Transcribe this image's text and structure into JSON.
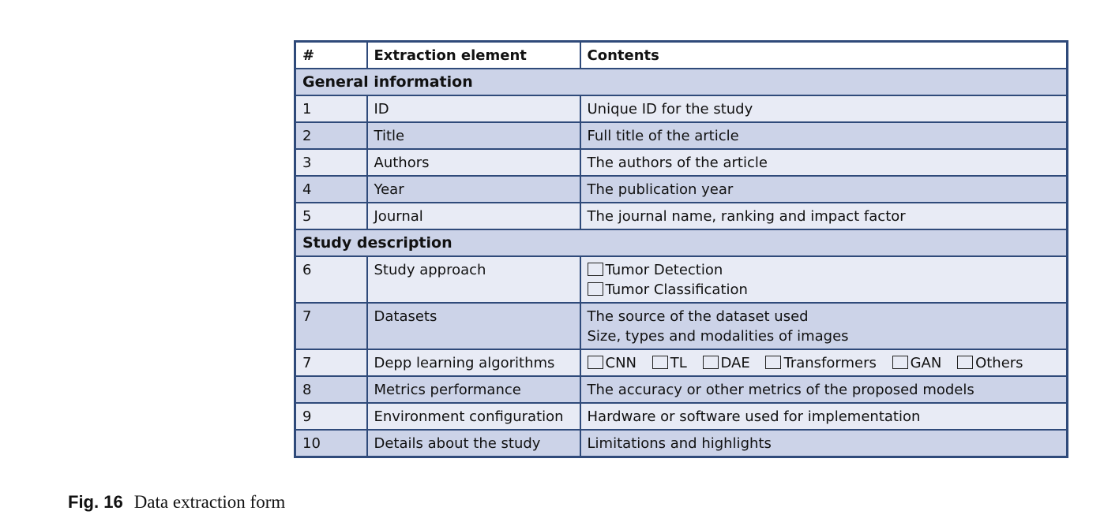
{
  "table": {
    "header": {
      "num": "#",
      "element": "Extraction element",
      "contents": "Contents"
    },
    "sections": [
      {
        "title": "General information",
        "rows": [
          {
            "num": "1",
            "element": "ID",
            "contents": [
              "Unique ID for the study"
            ]
          },
          {
            "num": "2",
            "element": "Title",
            "contents": [
              "Full title of the article"
            ]
          },
          {
            "num": "3",
            "element": "Authors",
            "contents": [
              "The authors of the article"
            ]
          },
          {
            "num": "4",
            "element": "Year",
            "contents": [
              "The publication year"
            ]
          },
          {
            "num": "5",
            "element": "Journal",
            "contents": [
              "The journal name, ranking and impact factor"
            ]
          }
        ]
      },
      {
        "title": "Study description",
        "rows": [
          {
            "num": "6",
            "element": "Study approach",
            "checkboxes": [
              "Tumor Detection",
              "Tumor Classification"
            ]
          },
          {
            "num": "7",
            "element": "Datasets",
            "contents": [
              "The source of the dataset used",
              "Size, types and modalities of images"
            ]
          },
          {
            "num": "7",
            "element": "Depp learning algorithms",
            "checkboxes_inline": [
              "CNN",
              "TL",
              "DAE",
              "Transformers",
              "GAN",
              "Others"
            ]
          },
          {
            "num": "8",
            "element": "Metrics performance",
            "contents": [
              "The accuracy or other metrics of the proposed models"
            ]
          },
          {
            "num": "9",
            "element": "Environment configuration",
            "contents": [
              "Hardware or software used for implementation"
            ]
          },
          {
            "num": "10",
            "element": "Details about the study",
            "contents": [
              "Limitations and highlights"
            ]
          }
        ]
      }
    ]
  },
  "caption": {
    "label": "Fig. 16",
    "text": "Data extraction form"
  }
}
